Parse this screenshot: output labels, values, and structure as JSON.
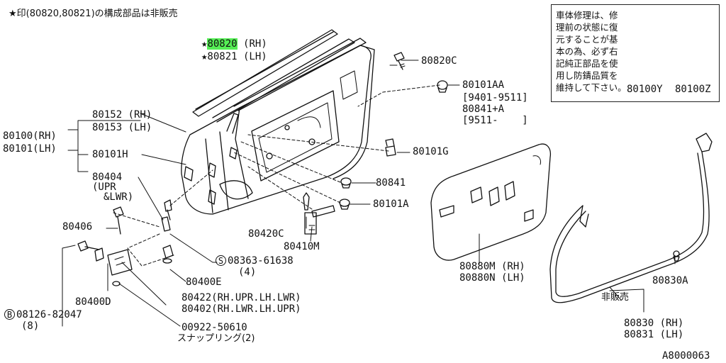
{
  "header_note": "★印(80820,80821)の構成部品は非販売",
  "repair_note": "車体修理は、修\n理前の状態に復\n元することが基\n本の為、必ず右\n記純正部品を使\n用し防錆品質を\n維持して下さい。",
  "parts": {
    "p80820": {
      "star": "★",
      "num": "80820",
      "side": "(RH)"
    },
    "p80821": "★80821 (LH)",
    "p80820C": "80820C",
    "p80101AA": "80101AA",
    "range1": "[9401-9511]",
    "p80841A": "80841+A",
    "range2": "[9511-    ]",
    "p80152": "80152 (RH)",
    "p80153": "80153 (LH)",
    "p80100": "80100(RH)",
    "p80101": "80101(LH)",
    "p80101H": "80101H",
    "p80404": "80404",
    "p80404_note1": "(UPR",
    "p80404_note2": "&LWR)",
    "p80101G": "80101G",
    "p80841": "80841",
    "p80101A": "80101A",
    "p80406": "80406",
    "p80420C": "80420C",
    "p80410M": "80410M",
    "p08363_circle": "S",
    "p08363": "08363-61638",
    "p08363_qty": "(4)",
    "p80400E": "80400E",
    "p80400D": "80400D",
    "p80422": "80422(RH.UPR.LH.LWR)",
    "p80402": "80402(RH.LWR.LH.UPR)",
    "p08126_circle": "B",
    "p08126": "08126-82047",
    "p08126_qty": "(8)",
    "p00922": "00922-50610",
    "snap_ring": "スナップリング(2)",
    "p80880M": "80880M (RH)",
    "p80880N": "80880N (LH)",
    "p80830A": "80830A",
    "not_for_sale": "非販売",
    "p80830": "80830 (RH)",
    "p80831": "80831 (LH)",
    "p80100Y": "80100Y",
    "p80100Z": "80100Z",
    "diagram_id": "A8000063"
  }
}
